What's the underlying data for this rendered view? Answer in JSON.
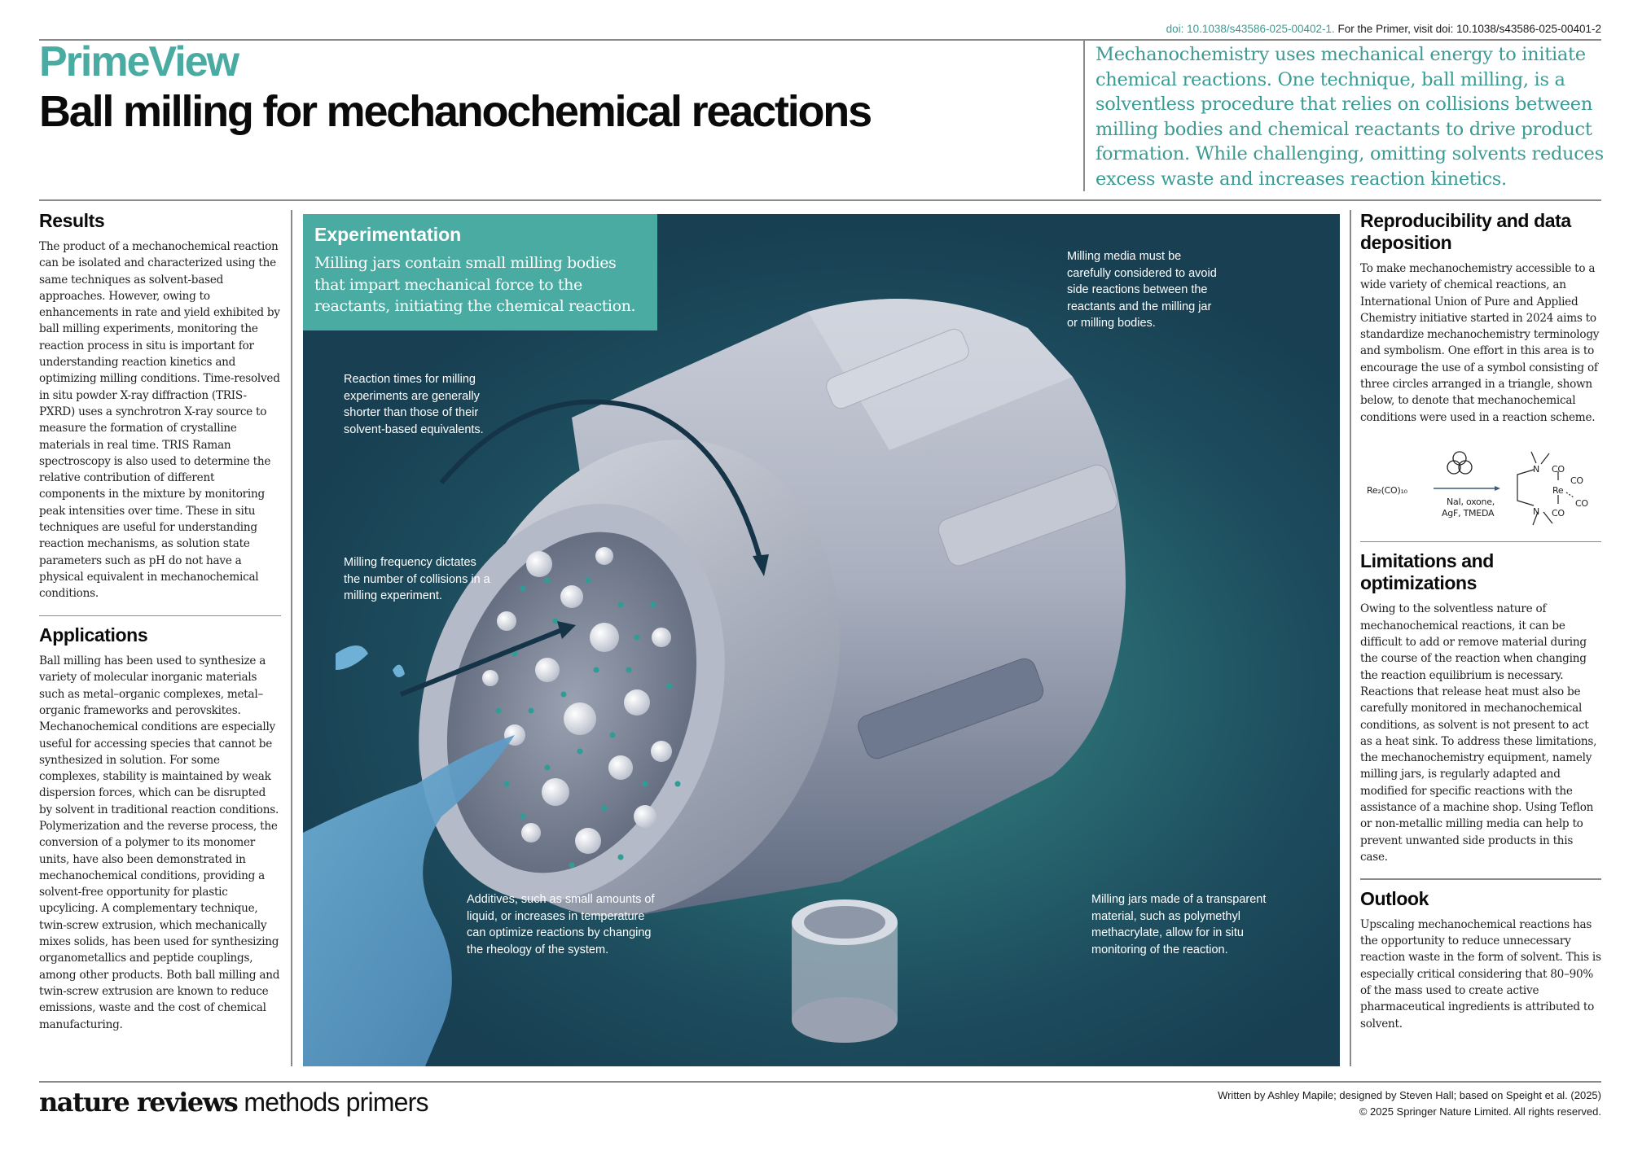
{
  "header": {
    "doi_own": "doi: 10.1038/s43586-025-00402-1.",
    "doi_primer": "For the Primer, visit doi: 10.1038/s43586-025-00401-2",
    "brand": "PrimeView",
    "title": "Ball milling for mechanochemical reactions",
    "standfirst": "Mechanochemistry uses mechanical energy to initiate chemical reactions. One technique, ball milling, is a solventless procedure that relies on collisions between milling bodies and chemical reactants to drive product formation. While challenging, omitting solvents reduces excess waste and increases reaction kinetics."
  },
  "left_column": {
    "results": {
      "heading": "Results",
      "body": "The product of a mechanochemical reaction can be isolated and characterized using the same techniques as solvent-based approaches. However, owing to enhancements in rate and yield exhibited by ball milling experiments, monitoring the reaction process in situ is important for understanding reaction kinetics and optimizing milling conditions. Time-resolved in situ powder X-ray diffraction (TRIS-PXRD) uses a synchrotron X-ray source to measure the formation of crystalline materials in real time. TRIS Raman spectroscopy is also used to determine the relative contribution of different components in the mixture by monitoring peak intensities over time. These in situ techniques are useful for understanding reaction mechanisms, as solution state parameters such as pH do not have a physical equivalent in mechanochemical conditions."
    },
    "applications": {
      "heading": "Applications",
      "body": "Ball milling has been used to synthesize a variety of molecular inorganic materials such as metal–organic complexes, metal–organic frameworks and perovskites. Mechanochemical conditions are especially useful for accessing species that cannot be synthesized in solution. For some complexes, stability is maintained by weak dispersion forces, which can be disrupted by solvent in traditional reaction conditions. Polymerization and the reverse process, the conversion of a polymer to its monomer units, have also been demonstrated in mechanochemical conditions, providing a solvent-free opportunity for plastic upcylicing. A complementary technique, twin-screw extrusion, which mechanically mixes solids, has been used for synthesizing organometallics and peptide couplings, among other products. Both ball milling and twin-screw extrusion are known to reduce emissions, waste and the cost of chemical manufacturing."
    }
  },
  "illustration": {
    "box_title": "Experimentation",
    "box_text": "Milling jars contain small milling bodies that impart mechanical force to the reactants, initiating the chemical reaction.",
    "notes": {
      "reaction_times": "Reaction times for milling experiments are generally shorter than those of their solvent-based equivalents.",
      "milling_media": "Milling media must be carefully considered to avoid side reactions between the reactants and the milling jar or milling bodies.",
      "frequency": "Milling frequency dictates the number of collisions in a milling experiment.",
      "additives": "Additives, such as small amounts of liquid, or increases in temperature can optimize reactions by changing the rheology of the system.",
      "transparent_jars": "Milling jars made of a transparent material, such as polymethyl methacrylate, allow for in situ monitoring of the reaction."
    },
    "colors": {
      "accent_teal": "#4aaba2",
      "background_dark": "#183f52",
      "jar_grey": "#b9bfcc",
      "liquid_blue": "#5b9cc4",
      "particle_teal": "#2f9c95"
    }
  },
  "right_column": {
    "reproducibility": {
      "heading": "Reproducibility and data deposition",
      "body": "To make mechanochemistry accessible to a wide variety of chemical reactions, an International Union of Pure and Applied Chemistry initiative started in 2024 aims to standardize mechanochemistry terminology and symbolism. One effort in this area is to encourage the use of a symbol consisting of three circles arranged in a triangle, shown below, to denote that mechanochemical conditions were used in a reaction scheme."
    },
    "scheme": {
      "reactant": "Re₂(CO)₁₀",
      "conditions_line1": "NaI, oxone,",
      "conditions_line2": "AgF, TMEDA",
      "product_metal": "Re",
      "ligand_atom": "N",
      "carbonyl": "CO"
    },
    "limitations": {
      "heading": "Limitations and optimizations",
      "body": "Owing to the solventless nature of mechanochemical reactions, it can be difficult to add or remove material during the course of the reaction when changing the reaction equilibrium is necessary. Reactions that release heat must also be carefully monitored in mechanochemical conditions, as solvent is not present to act as a heat sink. To address these limitations, the mechanochemistry equipment, namely milling jars, is regularly adapted and modified for specific reactions with the assistance of a machine shop. Using Teflon or non-metallic milling media can help to prevent unwanted side products in this case."
    },
    "outlook": {
      "heading": "Outlook",
      "body": "Upscaling mechanochemical reactions has the opportunity to reduce unnecessary reaction waste in the form of solvent. This is especially critical considering that 80–90% of the mass used to create active pharmaceutical ingredients is attributed to solvent."
    }
  },
  "footer": {
    "brand_bold": "nature reviews",
    "brand_light": " methods primers",
    "credits": "Written by Ashley Mapile; designed by Steven Hall; based on Speight et al. (2025)",
    "copyright": "© 2025 Springer Nature Limited. All rights reserved."
  }
}
